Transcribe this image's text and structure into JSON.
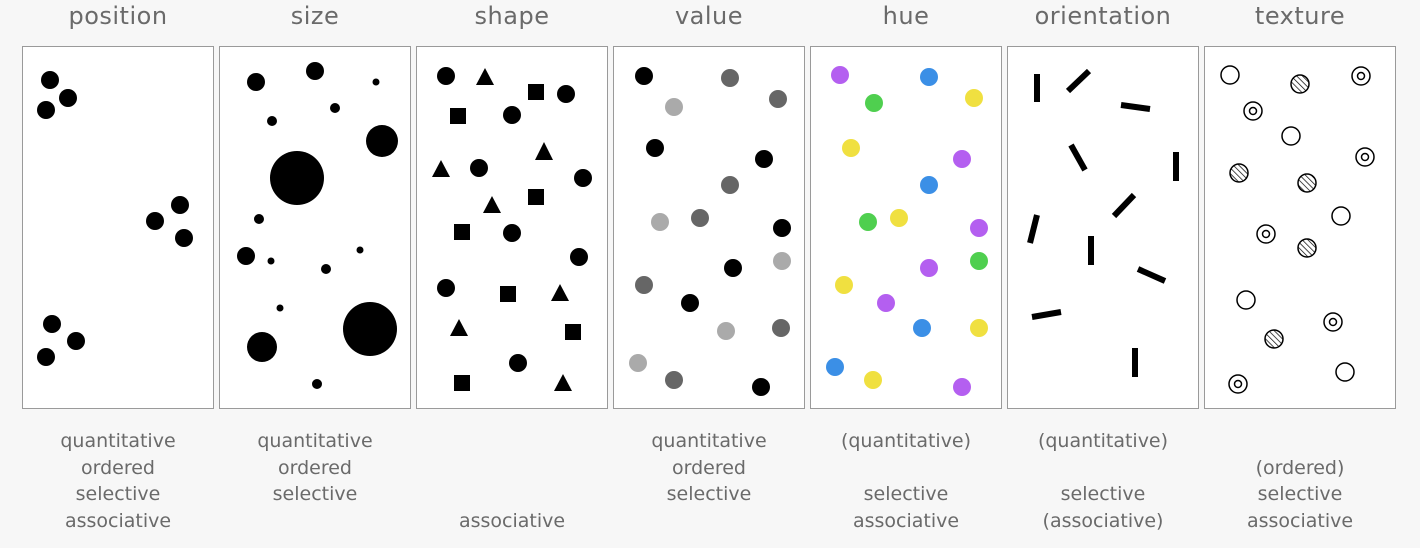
{
  "columns": [
    {
      "title": "position",
      "properties": [
        "quantitative",
        "ordered",
        "selective",
        "associative"
      ]
    },
    {
      "title": "size",
      "properties": [
        "quantitative",
        "ordered",
        "selective",
        ""
      ]
    },
    {
      "title": "shape",
      "properties": [
        "",
        "",
        "",
        "associative"
      ]
    },
    {
      "title": "value",
      "properties": [
        "quantitative",
        "ordered",
        "selective",
        ""
      ]
    },
    {
      "title": "hue",
      "properties": [
        "(quantitative)",
        "",
        "selective",
        "associative"
      ]
    },
    {
      "title": "orientation",
      "properties": [
        "(quantitative)",
        "",
        "selective",
        "(associative)"
      ]
    },
    {
      "title": "texture",
      "properties": [
        "",
        "(ordered)",
        "selective",
        "associative"
      ]
    }
  ],
  "colors": {
    "mark": "#000000",
    "value_dark_gray": "#666666",
    "value_light_gray": "#aaaaaa",
    "hue_purple": "#b45ff0",
    "hue_blue": "#3b8fe6",
    "hue_green": "#4fcf4f",
    "hue_yellow": "#f0e040"
  }
}
